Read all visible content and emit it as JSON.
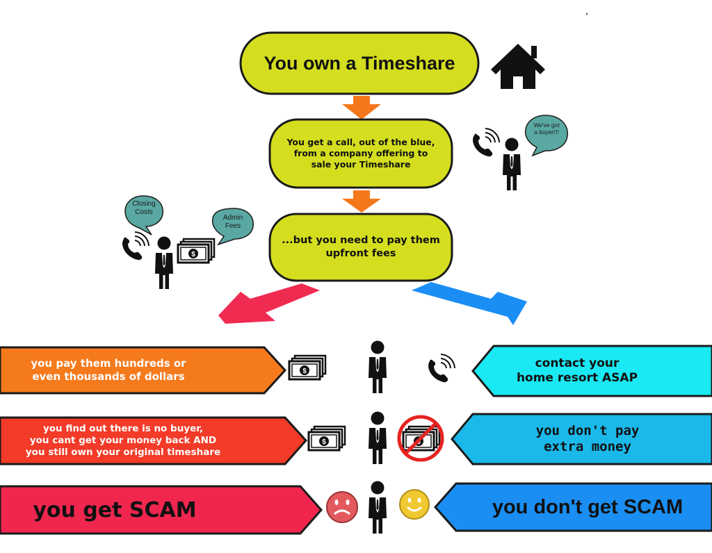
{
  "flow": {
    "top_box": "You own a Timeshare",
    "step2": "You get a call, out of the blue,\nfrom a company offering to\nsale your Timeshare",
    "step3": "...but you need to pay them\nupfront fees"
  },
  "bubbles": {
    "buyer": "We've got\na buyer!!!",
    "closing": "Closing\nCosts",
    "admin": "Admin\nFees"
  },
  "left_rows": [
    "you pay them hundreds or\neven thousands of dollars",
    "you find out there is no buyer,\nyou cant get your money back AND\nyou still own your original timeshare",
    "you get SCAM"
  ],
  "right_rows": [
    "contact your\nhome resort ASAP",
    "you don't pay\nextra money",
    "you don't get SCAM"
  ],
  "colors": {
    "pill_fill": "#d4de1f",
    "arrow_orange": "#f5771b",
    "arrow_red": "#f02b52",
    "arrow_blue": "#1a8ef5",
    "row_orange": "#f57a1c",
    "row_red_orange": "#f23b28",
    "row_crimson": "#f0264f",
    "row_cyan": "#1ae8f2",
    "row_sky": "#1ab9ea",
    "row_blue": "#1a8ef2",
    "bubble_fill": "#5aa8a2",
    "sad_face": "#e25a5e",
    "happy_face": "#f0c832"
  },
  "icons": [
    "house-icon",
    "phone-icon",
    "person-icon",
    "money-icon",
    "no-money-icon",
    "sad-face-icon",
    "happy-face-icon",
    "speech-bubble-icon",
    "arrow-icon"
  ]
}
